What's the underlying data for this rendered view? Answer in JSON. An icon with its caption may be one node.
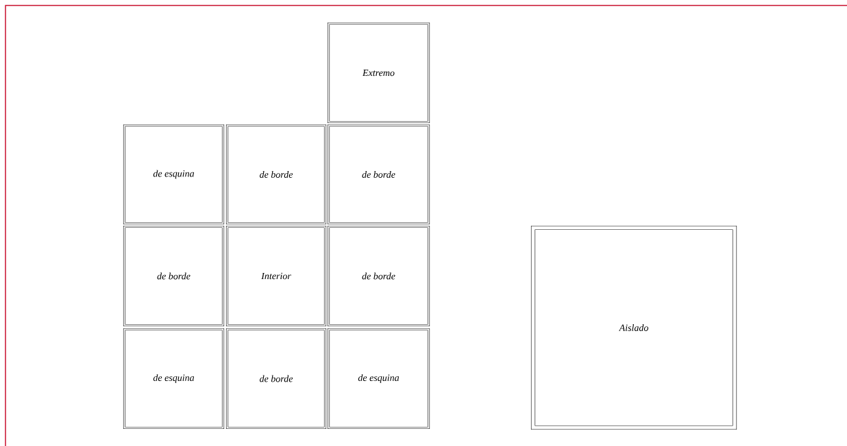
{
  "diagram": {
    "nodes": [
      {
        "text": [
          "Extremo"
        ]
      },
      {
        "text": [
          "de esquina"
        ]
      },
      {
        "text": [
          "de borde"
        ]
      },
      {
        "text": [
          "de borde"
        ]
      },
      {
        "text": [
          "de borde"
        ]
      },
      {
        "text": [
          "Interior"
        ]
      },
      {
        "text": [
          "de borde"
        ]
      },
      {
        "text": [
          "de esquina"
        ]
      },
      {
        "text": [
          "de borde"
        ]
      },
      {
        "text": [
          "de esquina"
        ]
      },
      {
        "text": [
          "Aislado"
        ]
      }
    ]
  }
}
